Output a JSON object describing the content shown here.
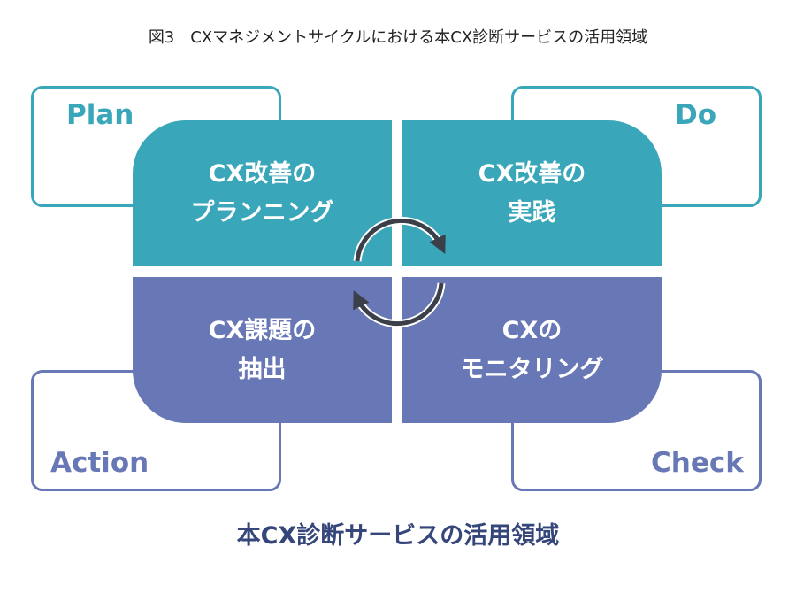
{
  "figure_title": "図3　CXマネジメントサイクルにおける本CX診断サービスの活用領域",
  "phases": {
    "plan": "Plan",
    "do": "Do",
    "check": "Check",
    "action": "Action"
  },
  "quadrants": {
    "top_left": [
      "CX改善の",
      "プランニング"
    ],
    "top_right": [
      "CX改善の",
      "実践"
    ],
    "bottom_right": [
      "CXの",
      "モニタリング"
    ],
    "bottom_left": [
      "CX課題の",
      "抽出"
    ]
  },
  "caption": "本CX診断サービスの活用領域",
  "colors": {
    "teal": "#3aa6b9",
    "blue": "#6877b5",
    "caption": "#35467a",
    "arrow": "#3a3f4a"
  }
}
